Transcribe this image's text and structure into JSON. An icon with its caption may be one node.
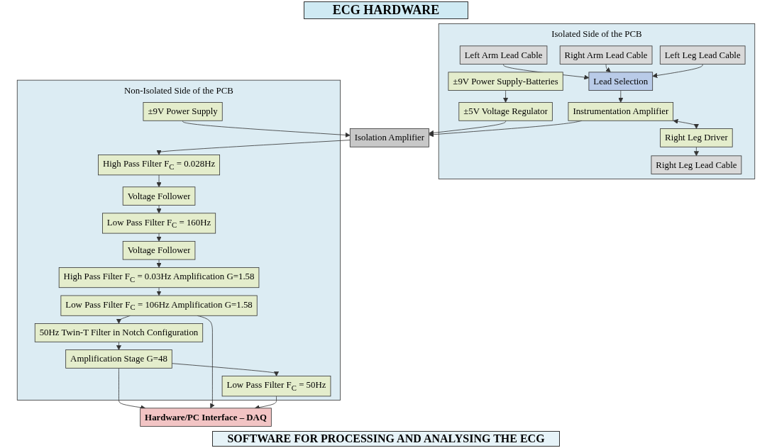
{
  "diagram": {
    "title": "ECG HARDWARE",
    "nodes": [
      {
        "text": [
          "Isolated Side of the PCB"
        ]
      },
      {
        "text": [
          "Left Arm Lead Cable"
        ],
        "in": 0
      },
      {
        "text": [
          "Right Arm Lead Cable"
        ],
        "in": 0
      },
      {
        "text": [
          "Left Leg Lead Cable"
        ],
        "in": 0
      },
      {
        "text": [
          "Lead Selection"
        ],
        "in": 0
      },
      {
        "text": [
          "±9V Power Supply-Batteries"
        ],
        "in": 0
      },
      {
        "text": [
          "±5V Voltage Regulator"
        ],
        "in": 0
      },
      {
        "text": [
          "Instrumentation Amplifier"
        ],
        "in": 0
      },
      {
        "text": [
          "Right Leg Driver"
        ],
        "in": 0
      },
      {
        "text": [
          "Right Leg Lead Cable"
        ],
        "in": 0
      },
      {
        "text": [
          "Isolation Amplifier"
        ]
      },
      {
        "text": [
          "Non-Isolated Side of the PCB"
        ]
      },
      {
        "text": [
          "±9V Power Supply"
        ],
        "in": 11
      },
      {
        "text": [
          "Voltage Follower"
        ],
        "in": 11
      },
      {
        "text": [
          "Low Pass Filter F$_{C}$ = 160Hz"
        ],
        "in": 11
      },
      {
        "text": [
          "High Pass Filter F$_{C}$ = 0.028Hz"
        ],
        "in": 11
      },
      {
        "text": [
          "Voltage Follower"
        ],
        "in": 11
      },
      {
        "text": [
          "50Hz Twin-T Filter in Notch Configuration"
        ],
        "in": 11
      },
      {
        "text": [
          "Low Pass Filter F$_{C}$ = 106Hz Amplification G=1.58"
        ],
        "in": 11
      },
      {
        "text": [
          "High Pass Filter F$_{C}$ = 0.03Hz Amplification G=1.58"
        ],
        "in": 11
      },
      {
        "text": [
          "Amplification Stage G=48"
        ],
        "in": 11
      },
      {
        "text": [
          "Low Pass Filter F$_{C}$ = 50Hz"
        ],
        "in": 11
      },
      {
        "text": [
          "Hardware/PC Interface – DAQ"
        ]
      }
    ],
    "edges": [
      {
        "from": 1,
        "to": 4,
        "arrow": "to"
      },
      {
        "from": 2,
        "to": 4,
        "arrow": "to"
      },
      {
        "from": 3,
        "to": 4,
        "arrow": "to"
      },
      {
        "from": 4,
        "to": 7,
        "arrow": "to"
      },
      {
        "from": 5,
        "to": 6,
        "arrow": "to"
      },
      {
        "from": 6,
        "to": 10,
        "arrow": "to"
      },
      {
        "from": 7,
        "to": 10,
        "arrow": "to"
      },
      {
        "from": 7,
        "to": 8,
        "arrow": "both"
      },
      {
        "from": 8,
        "to": 9,
        "arrow": "to"
      },
      {
        "from": 12,
        "to": 10,
        "arrow": "to"
      },
      {
        "from": 10,
        "to": 15,
        "arrow": "to"
      },
      {
        "from": 15,
        "to": 13,
        "arrow": "to"
      },
      {
        "from": 13,
        "to": 14,
        "arrow": "to"
      },
      {
        "from": 14,
        "to": 16,
        "arrow": "to"
      },
      {
        "from": 16,
        "to": 19,
        "arrow": "to"
      },
      {
        "from": 19,
        "to": 18,
        "arrow": "to"
      },
      {
        "from": 18,
        "to": 17,
        "arrow": "to"
      },
      {
        "from": 17,
        "to": 20,
        "arrow": "to"
      },
      {
        "from": 20,
        "to": 21,
        "arrow": "to"
      },
      {
        "from": 20,
        "to": 22,
        "arrow": "to"
      },
      {
        "from": 18,
        "to": 22,
        "arrow": "to"
      },
      {
        "from": 21,
        "to": 22,
        "arrow": "to"
      }
    ],
    "labels": [
      "SOFTWARE FOR PROCESSING AND ANALYSING THE ECG"
    ]
  }
}
